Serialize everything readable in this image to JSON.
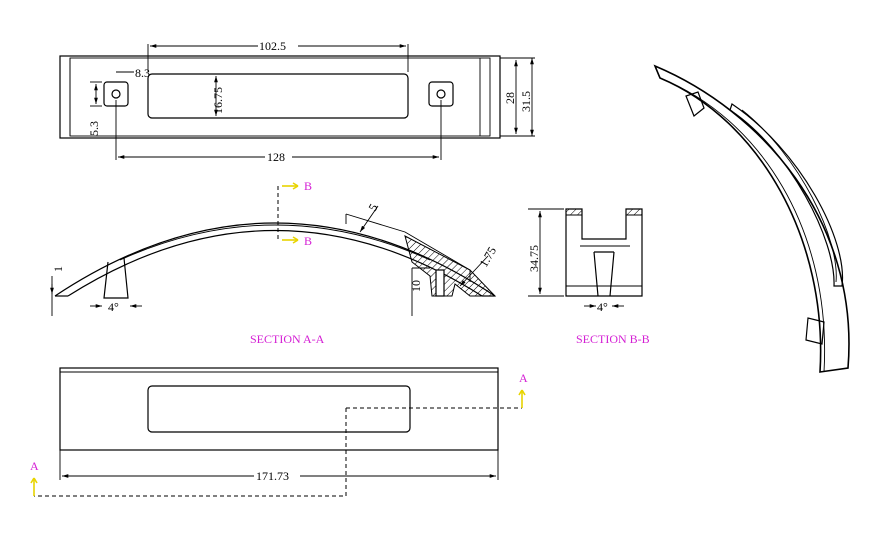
{
  "dimensions": {
    "top_length": "102.5",
    "top_offset_x": "8.3",
    "top_slot_height": "16.75",
    "top_height_inner": "28",
    "top_height_outer": "31.5",
    "top_small_left": "5.3",
    "top_hole_spacing": "128",
    "arc_thickness": "5",
    "arc_end_thickness": "1",
    "arc_angle": "4°",
    "arc_wall": "1.75",
    "arc_leg": "10",
    "secb_height": "34.75",
    "secb_angle": "4°",
    "bottom_length": "171.73"
  },
  "labels": {
    "section_aa": "SECTION A-A",
    "section_bb": "SECTION B-B",
    "marker_b_top": "B",
    "marker_b_bottom": "B",
    "marker_a_right": "A",
    "marker_a_left": "A"
  },
  "colors": {
    "line": "#000000",
    "section_label": "#d41fd4",
    "section_arrow": "#e8d400"
  }
}
